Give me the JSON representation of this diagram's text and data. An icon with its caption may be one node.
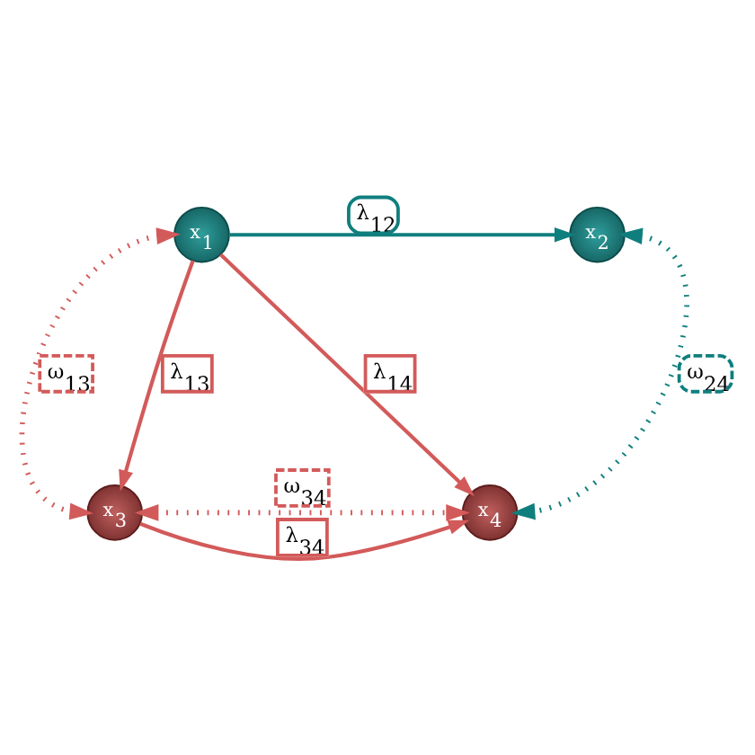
{
  "diagram": {
    "nodes": [
      {
        "text": [
          "x$_{1}$"
        ]
      },
      {
        "text": [
          "x$_{2}$"
        ]
      },
      {
        "text": [
          "x$_{3}$"
        ]
      },
      {
        "text": [
          "x$_{4}$"
        ]
      }
    ],
    "edges": [
      {
        "from": 0,
        "to": 1,
        "arrow": "to",
        "label": "λ$_{12}$",
        "color": "#0f7f7e"
      },
      {
        "from": 0,
        "to": 2,
        "arrow": "to",
        "label": "λ$_{13}$"
      },
      {
        "from": 0,
        "to": 3,
        "arrow": "to",
        "label": "λ$_{14}$"
      },
      {
        "from": 0,
        "to": 2,
        "arrow": "both",
        "label": "ω$_{13}$",
        "style": "dashed"
      },
      {
        "from": 1,
        "to": 3,
        "arrow": "both",
        "label": "ω$_{24}$",
        "style": "dashed",
        "color": "#0f7f7e"
      },
      {
        "from": 2,
        "to": 3,
        "arrow": "both",
        "label": "ω$_{34}$",
        "style": "dashed"
      },
      {
        "from": 2,
        "to": 3,
        "arrow": "to",
        "label": "λ$_{34}$"
      }
    ]
  }
}
